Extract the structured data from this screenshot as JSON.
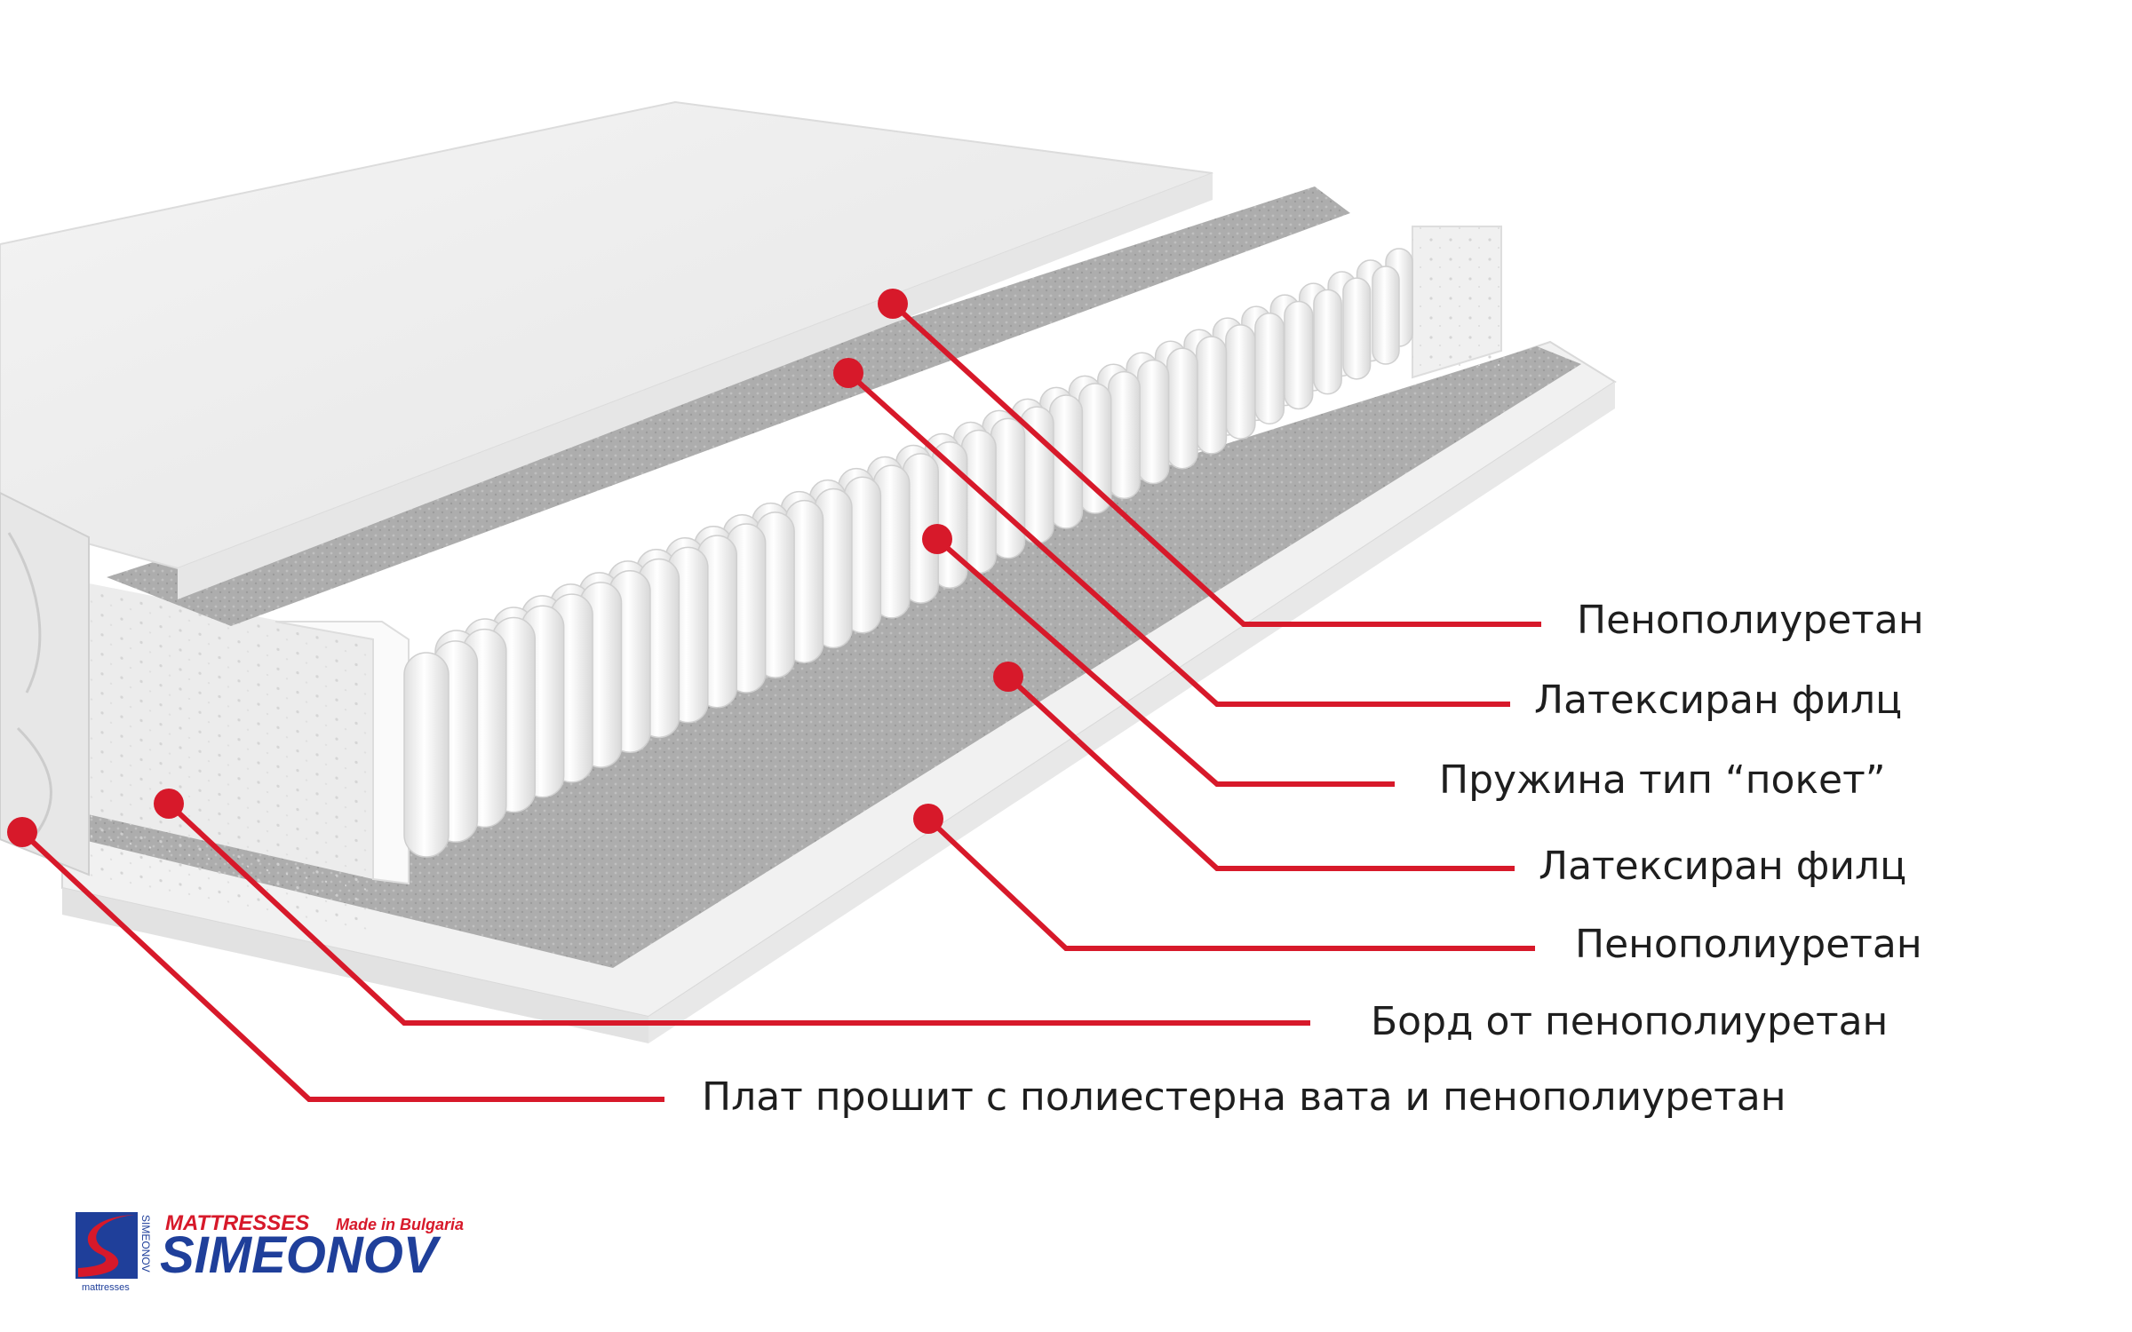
{
  "colors": {
    "accent": "#d7192a",
    "label_text": "#1e1e1e",
    "logo_blue": "#1f3f9a",
    "logo_red": "#d7192a"
  },
  "labels": [
    "Пенополиуретан",
    "Латексиран филц",
    "Пружина тип “покет”",
    "Латексиран филц",
    "Пенополиуретан",
    "Борд от пенополиуретан",
    "Плат прошит с полиестерна вата и пенополиуретан"
  ],
  "logo": {
    "line1": "MATTRESSES",
    "tagline": "Made in Bulgaria",
    "brand": "SIMEONOV",
    "small_vertical": "SIMEONOV",
    "small_bottom": "mattresses"
  }
}
